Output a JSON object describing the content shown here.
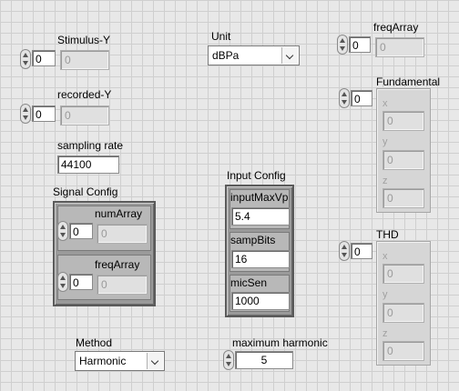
{
  "stimulus_y": {
    "label": "Stimulus-Y",
    "index": "0",
    "value": "0"
  },
  "recorded_y": {
    "label": "recorded-Y",
    "index": "0",
    "value": "0"
  },
  "sampling_rate": {
    "label": "sampling rate",
    "value": "44100"
  },
  "signal_config": {
    "label": "Signal Config",
    "num_array": {
      "label": "numArray",
      "index": "0",
      "value": "0"
    },
    "freq_array": {
      "label": "freqArray",
      "index": "0",
      "value": "0"
    }
  },
  "unit": {
    "label": "Unit",
    "value": "dBPa"
  },
  "input_config": {
    "label": "Input Config",
    "input_max_vp": {
      "label": "inputMaxVp",
      "value": "5.4"
    },
    "samp_bits": {
      "label": "sampBits",
      "value": "16"
    },
    "mic_sen": {
      "label": "micSen",
      "value": "1000"
    }
  },
  "method": {
    "label": "Method",
    "value": "Harmonic"
  },
  "max_harmonic": {
    "label": "maximum harmonic",
    "value": "5"
  },
  "freq_array_top": {
    "label": "freqArray",
    "index": "0",
    "value": "0"
  },
  "fundamental": {
    "label": "Fundamental",
    "index": "0",
    "x_label": "x",
    "x_value": "0",
    "y_label": "y",
    "y_value": "0",
    "z_label": "z",
    "z_value": "0"
  },
  "thd": {
    "label": "THD",
    "index": "0",
    "x_label": "x",
    "x_value": "0",
    "y_label": "y",
    "y_value": "0",
    "z_label": "z",
    "z_value": "0"
  }
}
